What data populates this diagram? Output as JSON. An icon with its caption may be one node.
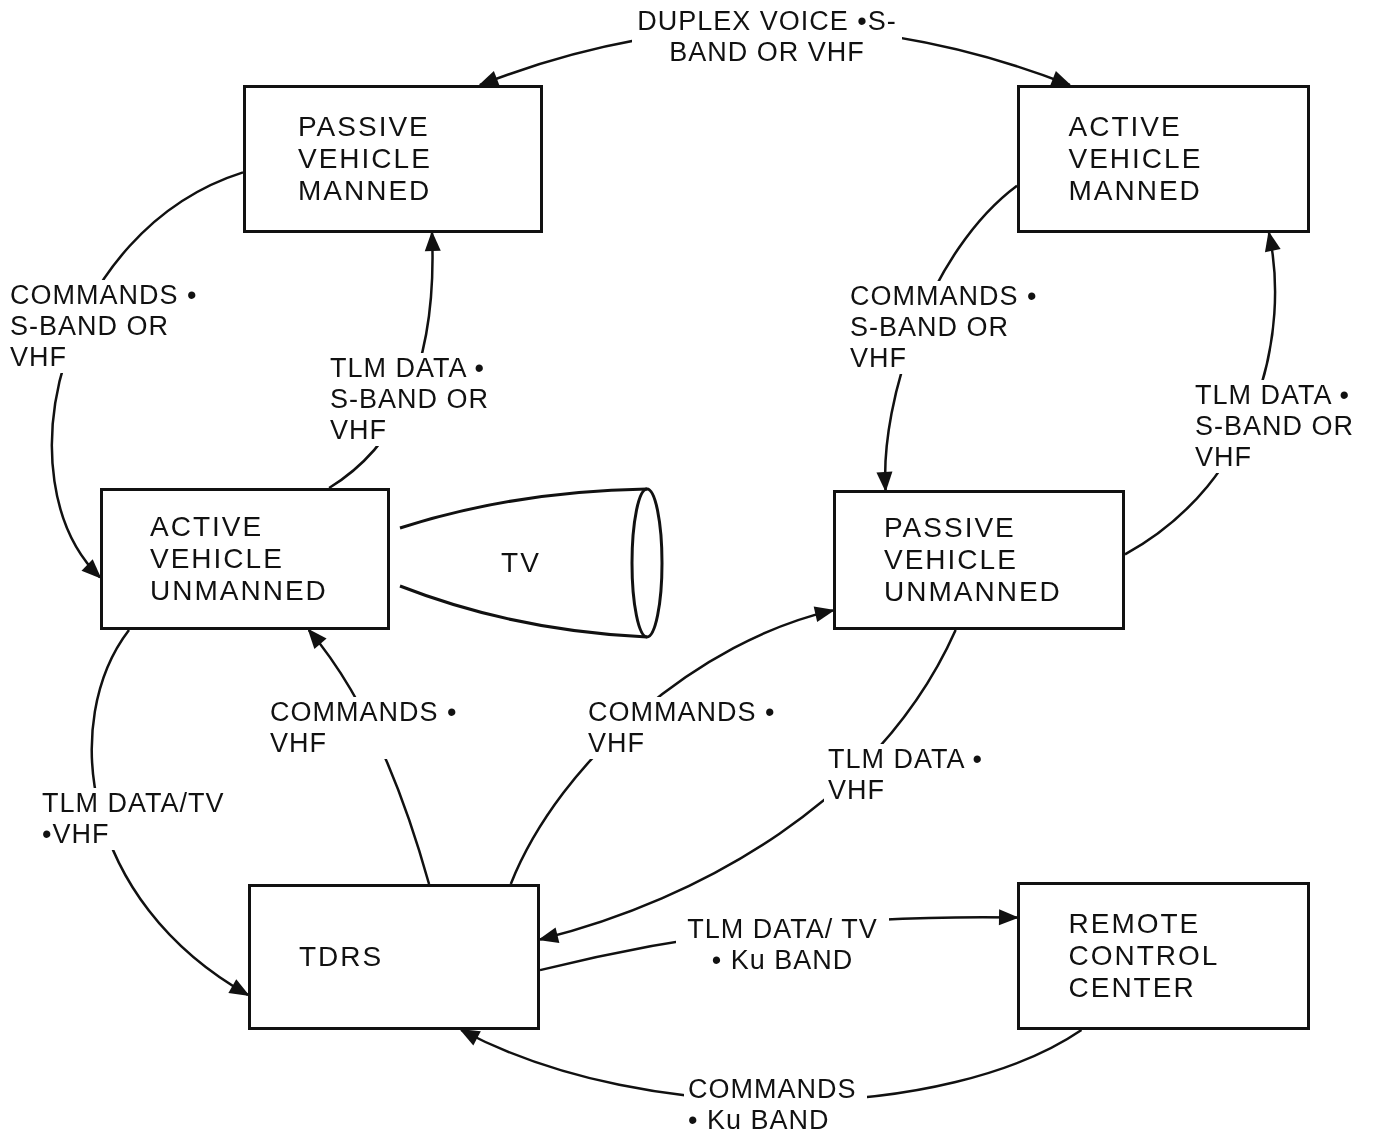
{
  "diagram": {
    "nodes": [
      {
        "text": [
          "PASSIVE VEHICLE MANNED"
        ]
      },
      {
        "text": [
          "ACTIVE VEHICLE MANNED"
        ]
      },
      {
        "text": [
          "ACTIVE VEHICLE UNMANNED"
        ]
      },
      {
        "text": [
          "TV"
        ]
      },
      {
        "text": [
          "PASSIVE VEHICLE UNMANNED"
        ]
      },
      {
        "text": [
          "TDRS"
        ]
      },
      {
        "text": [
          "REMOTE CONTROL CENTER"
        ]
      }
    ],
    "edges": [
      {
        "from": 0,
        "to": 1,
        "arrow": "both",
        "label": "DUPLEX VOICE •S-BAND OR VHF"
      },
      {
        "from": 0,
        "to": 2,
        "arrow": "to",
        "label": "COMMANDS • S-BAND OR VHF"
      },
      {
        "from": 2,
        "to": 0,
        "arrow": "to",
        "label": "TLM DATA • S-BAND OR VHF"
      },
      {
        "from": 1,
        "to": 4,
        "arrow": "to",
        "label": "COMMANDS • S-BAND OR VHF"
      },
      {
        "from": 4,
        "to": 1,
        "arrow": "to",
        "label": "TLM DATA • S-BAND OR VHF"
      },
      {
        "from": 2,
        "to": 5,
        "arrow": "to",
        "label": "TLM DATA/TV •VHF"
      },
      {
        "from": 5,
        "to": 2,
        "arrow": "to",
        "label": "COMMANDS • VHF"
      },
      {
        "from": 5,
        "to": 4,
        "arrow": "to",
        "label": "COMMANDS • VHF"
      },
      {
        "from": 4,
        "to": 5,
        "arrow": "to",
        "label": "TLM DATA • VHF"
      },
      {
        "from": 5,
        "to": 6,
        "arrow": "to",
        "label": "TLM DATA/ TV • Ku BAND"
      },
      {
        "from": 6,
        "to": 5,
        "arrow": "to",
        "label": "COMMANDS • Ku BAND"
      }
    ]
  }
}
